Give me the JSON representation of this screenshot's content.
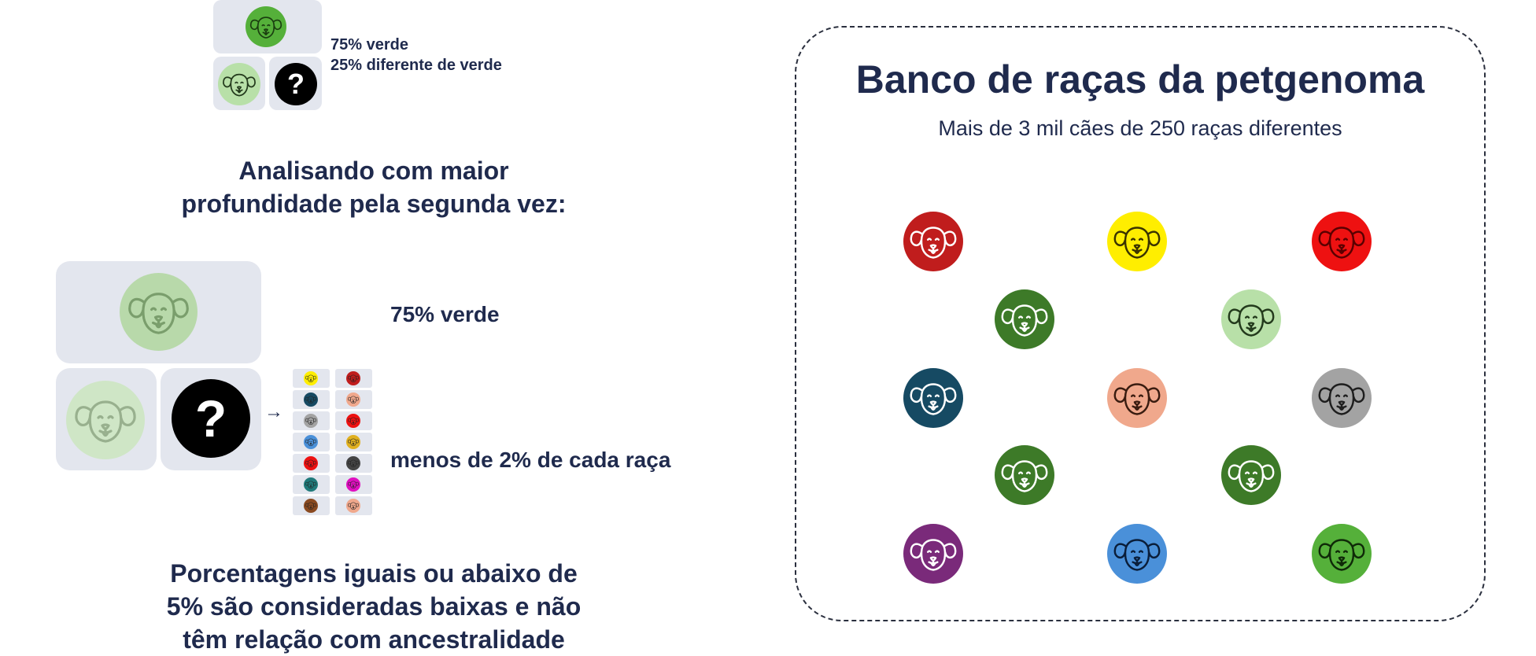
{
  "top_example": {
    "line1": "75% verde",
    "line2": "25% diferente de verde",
    "question_mark": "?"
  },
  "analysis_heading": {
    "line1": "Analisando com maior",
    "line2": "profundidade pela segunda vez:"
  },
  "deeper_example": {
    "question_mark": "?",
    "arrow": "→",
    "label_green": "75% verde",
    "label_breeds": "menos de 2% de cada raça"
  },
  "footnote": {
    "line1": "Porcentagens iguais ou abaixo de",
    "line2": "5% são consideradas baixas e não",
    "line3": "têm relação com ancestralidade"
  },
  "bank": {
    "title": "Banco de raças da petgenoma",
    "subtitle": "Mais de 3 mil cães de 250 raças diferentes"
  },
  "colors": {
    "navy_text": "#1f2a4d",
    "tile_bg": "#e3e6ee",
    "green_dark": "#3d7a28",
    "green_bright": "#55b03a",
    "green_light": "#b8e0a8",
    "green_faded": "#c8e3c0"
  },
  "icons": {
    "dog": "dog-face-icon",
    "unknown": "question-mark-icon",
    "arrow": "arrow-right-icon"
  }
}
